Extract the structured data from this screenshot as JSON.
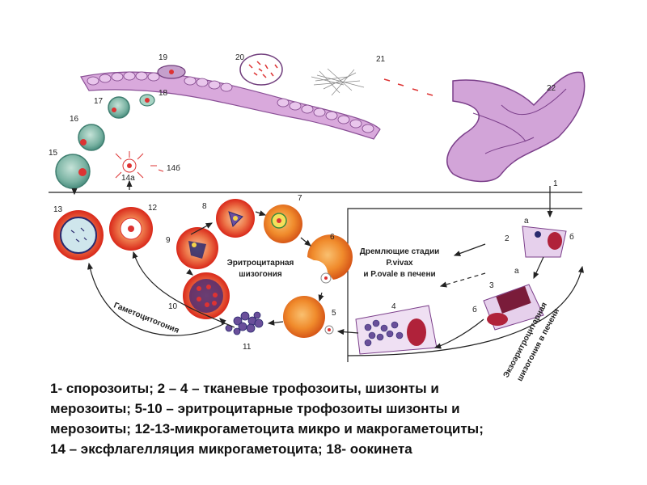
{
  "diagram": {
    "numbers": {
      "n1": "1",
      "n2": "2",
      "n3": "3",
      "n4": "4",
      "n5": "5",
      "n6": "6",
      "n7": "7",
      "n8": "8",
      "n9": "9",
      "n10": "10",
      "n11": "11",
      "n12": "12",
      "n13": "13",
      "n14a": "14а",
      "n14b": "14б",
      "n15": "15",
      "n16": "16",
      "n17": "17",
      "n18": "18",
      "n19": "19",
      "n20": "20",
      "n21": "21",
      "n22": "22"
    },
    "letters": {
      "a1": "а",
      "b1": "б",
      "a2": "а",
      "b2": "б"
    },
    "labels": {
      "erythro_l1": "Эритроцитарная",
      "erythro_l2": "шизогония",
      "dormant_l1": "Дремлющие стадии",
      "dormant_l2": "P.vivax",
      "dormant_l3": "и P.ovale в печени",
      "gametocytogony": "Гаметоцитогония",
      "exo_l1": "Экзоэритроцитарная",
      "exo_l2": "шизогония в печени"
    }
  },
  "caption": {
    "line1": "1- спорозоиты;  2 – 4 – тканевые трофозоиты, шизонты и",
    "line2": "мерозоиты; 5-10 – эритроцитарные трофозоиты шизонты и",
    "line3": "мерозоиты; 12-13-микрогаметоцита микро и макрогаметоциты;",
    "line4": "14 – эксфлагелляция микрогаметоцита; 18- оокинета"
  },
  "colors": {
    "rbc": "#e8331f",
    "rbc_center": "#f6b08a",
    "parasite": "#2a2a6e",
    "tissue": "#b77fc0",
    "gut": "#c996cf",
    "cyst": "#6fa99a",
    "arrow": "#222222"
  }
}
